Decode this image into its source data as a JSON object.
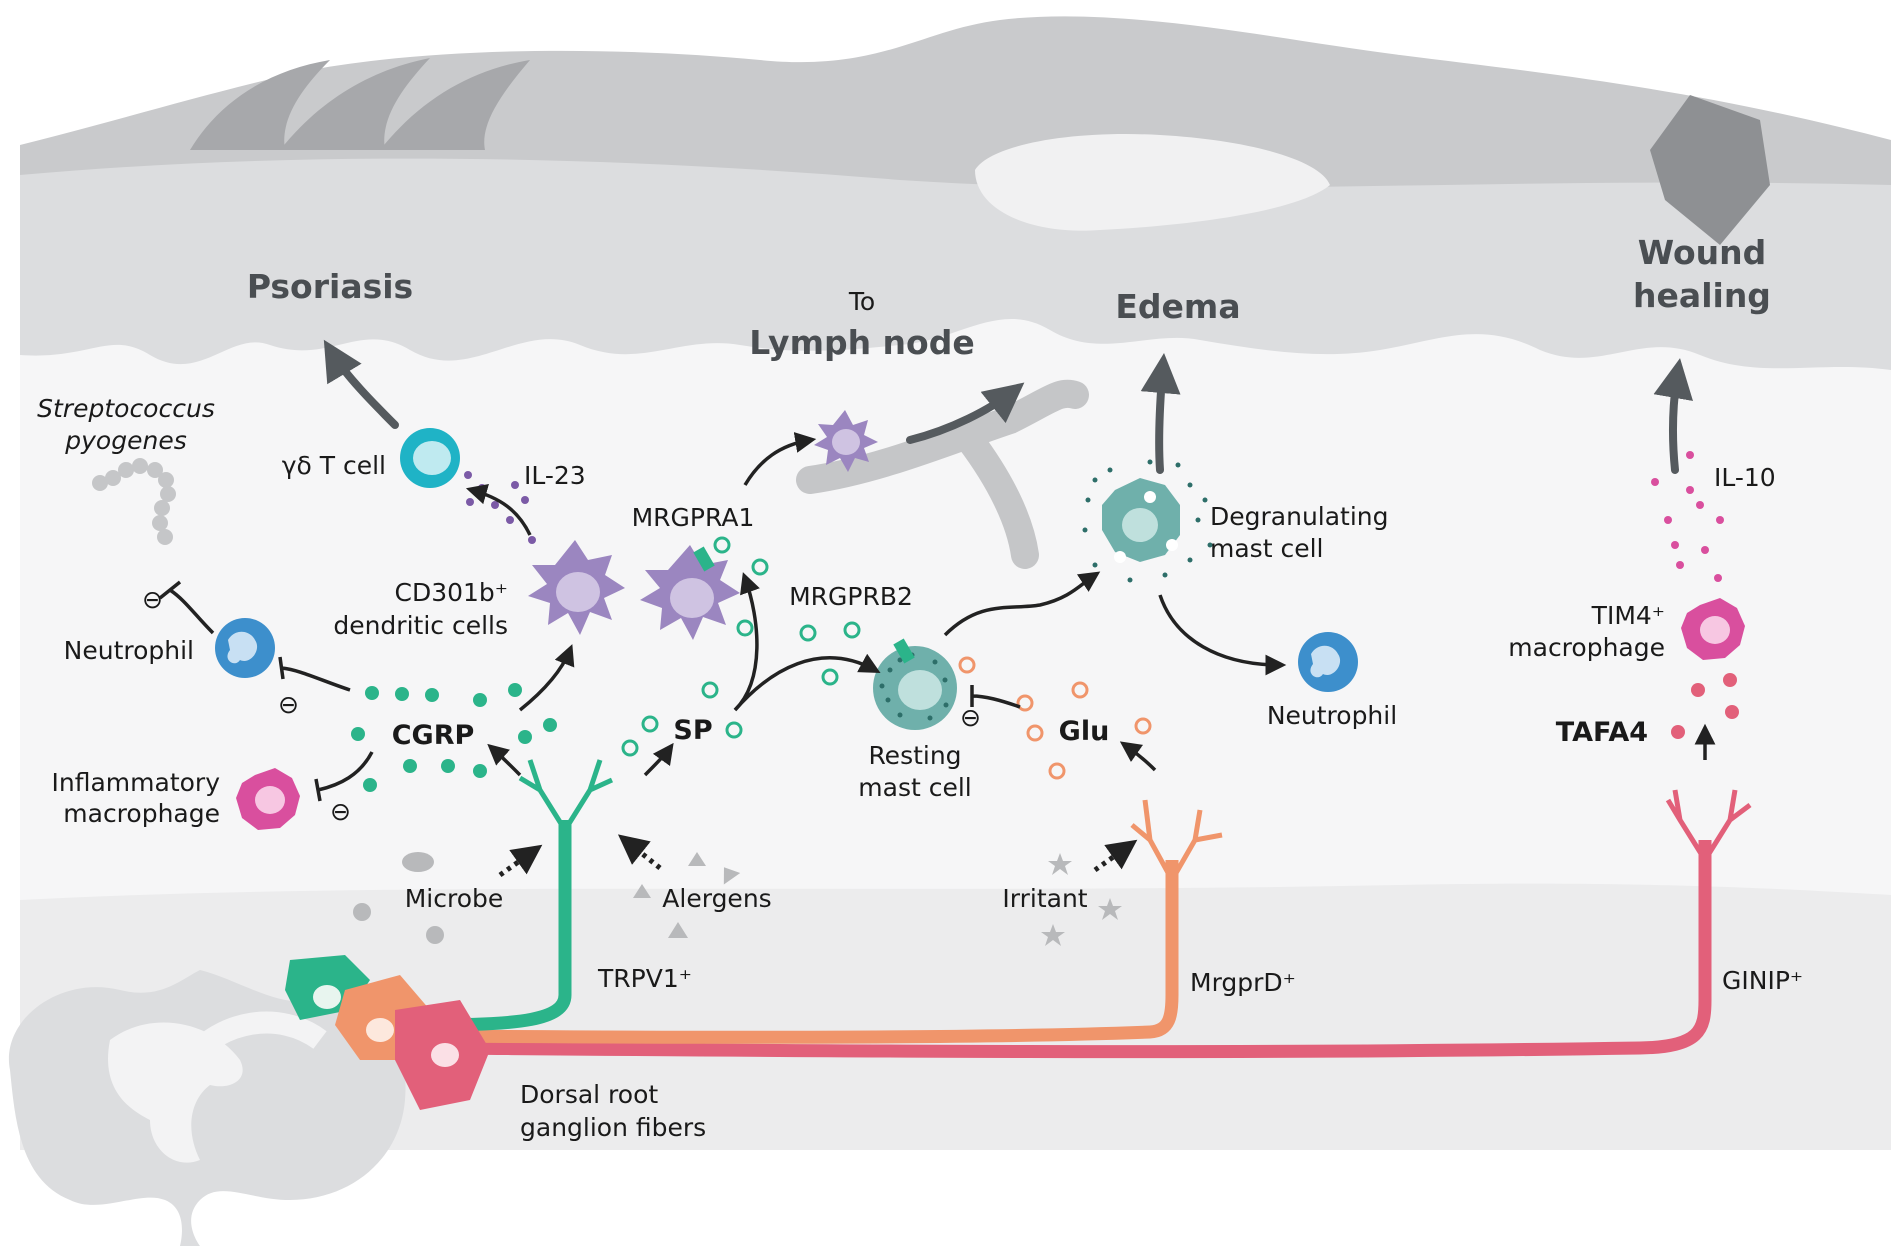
{
  "outcomes": {
    "psoriasis": "Psoriasis",
    "lymph_to": "To",
    "lymph_node": "Lymph node",
    "edema": "Edema",
    "wound_1": "Wound",
    "wound_2": "healing"
  },
  "cells": {
    "strep_1": "Streptococcus",
    "strep_2": "pyogenes",
    "gd_t_cell": "γδ T cell",
    "il23": "IL-23",
    "cd301b_1": "CD301b⁺",
    "cd301b_2": "dendritic cells",
    "neutrophil_left": "Neutrophil",
    "inflam_1": "Inflammatory",
    "inflam_2": "macrophage",
    "mrgpra1": "MRGPRA1",
    "mrgprb2": "MRGPRB2",
    "resting_1": "Resting",
    "resting_2": "mast cell",
    "degran_1": "Degranulating",
    "degran_2": "mast cell",
    "neutrophil_right": "Neutrophil",
    "il10": "IL-10",
    "tim4_1": "TIM4⁺",
    "tim4_2": "macrophage"
  },
  "mediators": {
    "cgrp": "CGRP",
    "sp": "SP",
    "glu": "Glu",
    "tafa4": "TAFA4"
  },
  "stimuli": {
    "microbe": "Microbe",
    "alergens": "Alergens",
    "irritant": "Irritant"
  },
  "neurons": {
    "trpv1": "TRPV1⁺",
    "mrgprd": "MrgprD⁺",
    "ginip": "GINIP⁺",
    "drg_1": "Dorsal root",
    "drg_2": "ganglion fibers"
  },
  "inhibition_symbol": "⊖",
  "colors": {
    "trpv1_green": "#2bb48a",
    "mrgprd_orange": "#f0956b",
    "ginip_pink": "#e2607a",
    "dendritic_purple": "#9b86c0",
    "mast_teal": "#6fb0ab",
    "neutrophil_blue": "#3d8fcc",
    "macrophage_magenta": "#d94f9e",
    "il23_purple": "#7b5aa6",
    "arrow_gray": "#555a5e"
  },
  "icons": [
    "bacteria-icon",
    "allergen-triangle-icon",
    "irritant-star-icon",
    "spinal-cord-icon",
    "lymph-vessel-icon"
  ]
}
